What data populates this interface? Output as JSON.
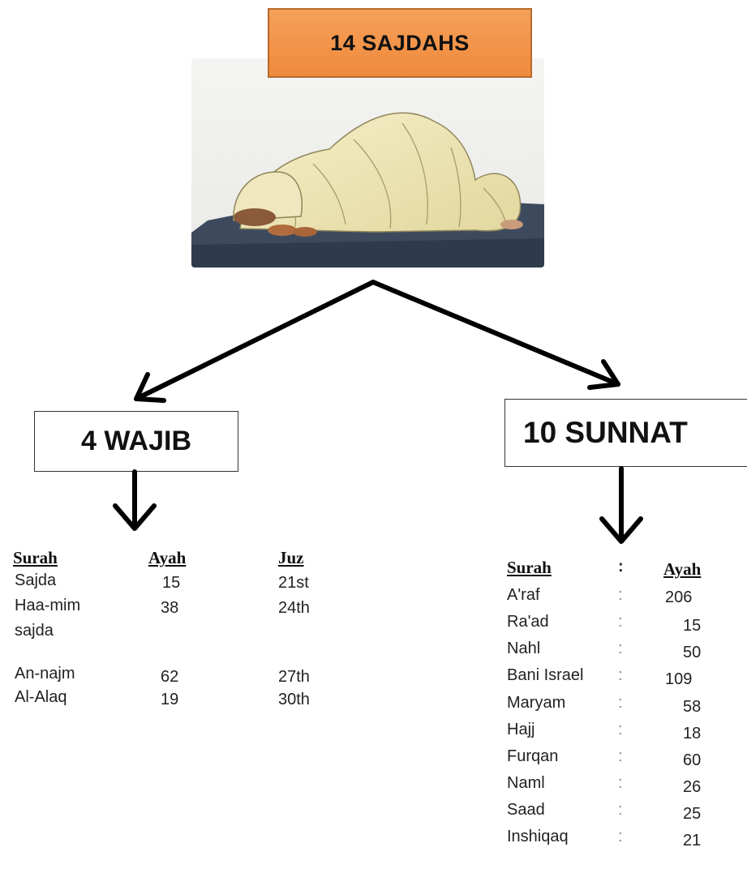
{
  "title": "14 SAJDAHS",
  "wajib": {
    "label": "4 WAJIB",
    "headers": {
      "surah": "Surah",
      "ayah": "Ayah",
      "juz": "Juz"
    },
    "rows": [
      {
        "surah": "Sajda",
        "ayah": "15",
        "juz": "21st"
      },
      {
        "surah": "Haa-mim",
        "ayah": "38",
        "juz": "24th",
        "surah_cont": "sajda"
      },
      {
        "surah": "An-najm",
        "ayah": "62",
        "juz": "27th"
      },
      {
        "surah": "Al-Alaq",
        "ayah": "19",
        "juz": "30th"
      }
    ]
  },
  "sunnat": {
    "label": "10 SUNNAT",
    "headers": {
      "surah": "Surah",
      "sep": ":",
      "ayah": "Ayah"
    },
    "rows": [
      {
        "surah": "A'raf",
        "sep": ":",
        "ayah": "206"
      },
      {
        "surah": "Ra'ad",
        "sep": ":",
        "ayah": "15"
      },
      {
        "surah": "Nahl",
        "sep": ":",
        "ayah": "50"
      },
      {
        "surah": "Bani Israel",
        "sep": ":",
        "ayah": "109"
      },
      {
        "surah": "Maryam",
        "sep": ":",
        "ayah": "58"
      },
      {
        "surah": "Hajj",
        "sep": ":",
        "ayah": "18"
      },
      {
        "surah": "Furqan",
        "sep": ":",
        "ayah": "60"
      },
      {
        "surah": "Naml",
        "sep": ":",
        "ayah": "26"
      },
      {
        "surah": "Saad",
        "sep": ":",
        "ayah": "25"
      },
      {
        "surah": "Inshiqaq",
        "sep": ":",
        "ayah": "21"
      }
    ]
  },
  "colors": {
    "title_fill": "#f09248",
    "title_border": "#b86a2e",
    "arrow": "#000000"
  }
}
